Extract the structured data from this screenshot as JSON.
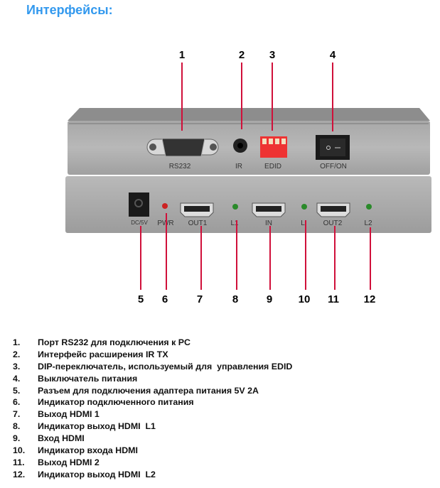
{
  "title": "Интерфейсы:",
  "callouts": {
    "top": [
      "1",
      "2",
      "3",
      "4"
    ],
    "bottom": [
      "5",
      "6",
      "7",
      "8",
      "9",
      "10",
      "11",
      "12"
    ]
  },
  "device_labels": {
    "rs232": "RS232",
    "ir": "IR",
    "edid": "EDID",
    "off_on": "OFF/ON",
    "dc5v": "DC/5V",
    "pwr": "PWR",
    "out1": "OUT1",
    "l1": "L1",
    "in": "IN",
    "l": "L",
    "out2": "OUT2",
    "l2": "L2"
  },
  "colors": {
    "title": "#3399ee",
    "callout_line": "#d0103a"
  },
  "items": [
    {
      "n": "1.",
      "text": "Порт RS232 для подключения к PC"
    },
    {
      "n": "2.",
      "text": "Интерфейс расширения IR TX"
    },
    {
      "n": "3.",
      "text": "DIP-переключатель, используемый для  управления EDID"
    },
    {
      "n": "4.",
      "text": "Выключатель питания"
    },
    {
      "n": "5.",
      "text": "Разъем для подключения адаптера питания 5V 2A"
    },
    {
      "n": "6.",
      "text": "Индикатор подключенного питания"
    },
    {
      "n": "7.",
      "text": "Выход HDMI 1"
    },
    {
      "n": "8.",
      "text": "Индикатор выход HDMI  L1"
    },
    {
      "n": "9.",
      "text": "Вход HDMI"
    },
    {
      "n": "10.",
      "text": "Индикатор входа HDMI"
    },
    {
      "n": "11.",
      "text": "Выход HDMI 2"
    },
    {
      "n": "12.",
      "text": "Индикатор выход HDMI  L2"
    }
  ]
}
